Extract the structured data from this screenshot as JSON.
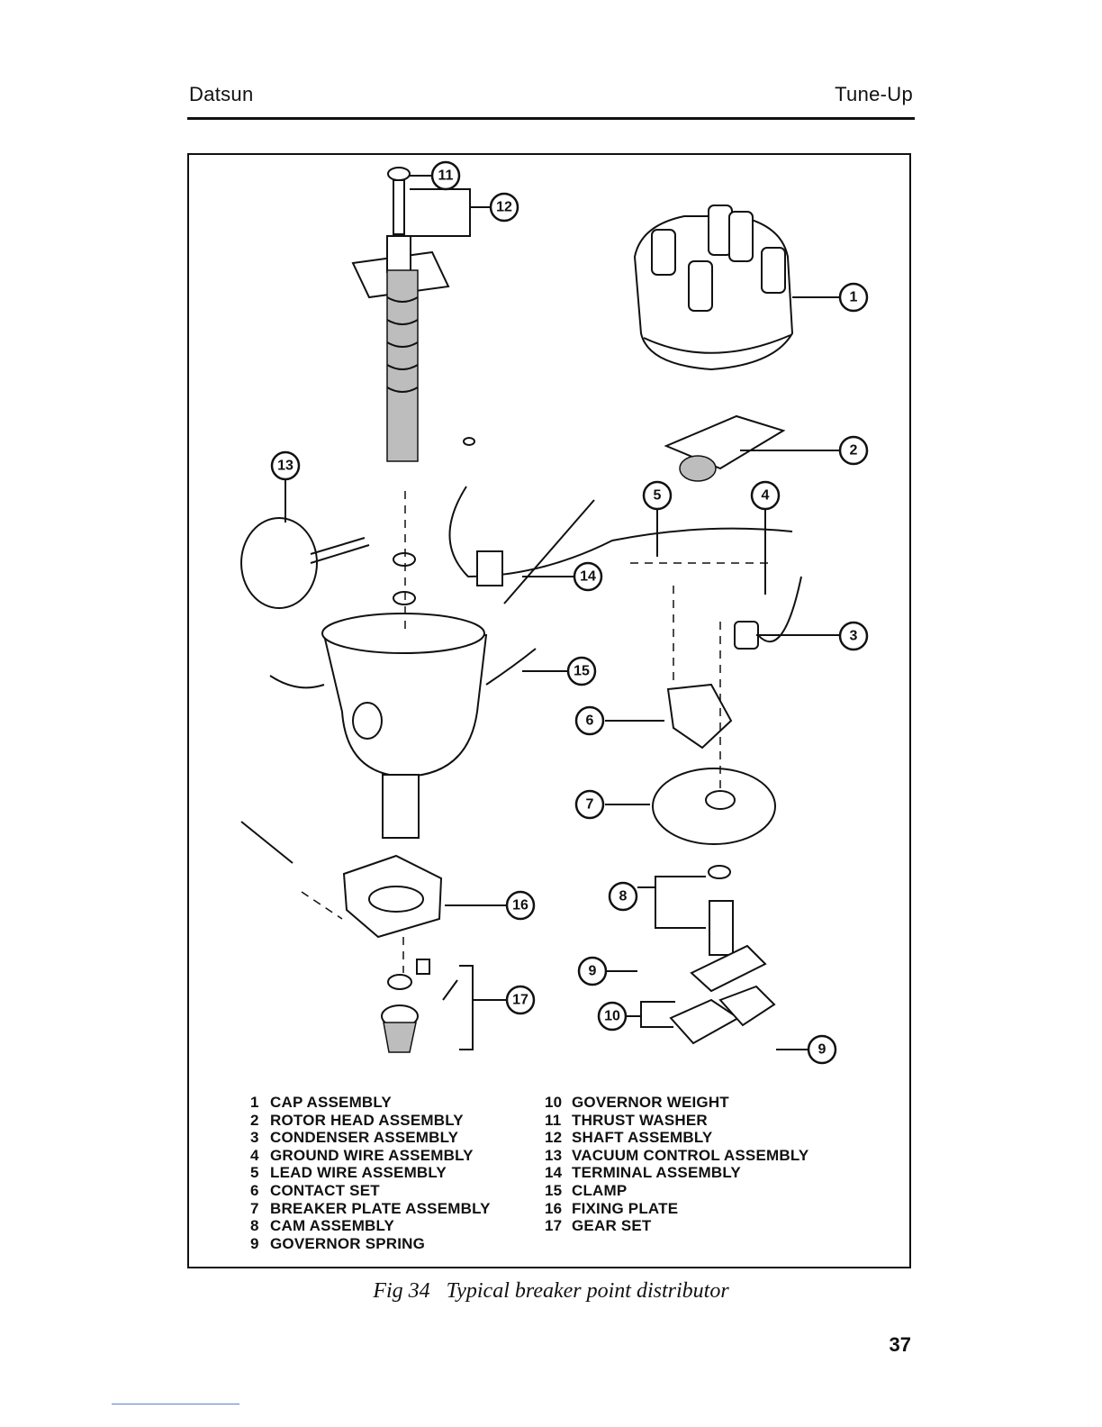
{
  "header": {
    "left": "Datsun",
    "right": "Tune-Up"
  },
  "callouts": [
    "1",
    "2",
    "3",
    "4",
    "5",
    "6",
    "7",
    "8",
    "9",
    "10",
    "11",
    "12",
    "13",
    "14",
    "15",
    "16",
    "17",
    "9"
  ],
  "legend": {
    "col1": [
      {
        "num": "1",
        "label": "CAP ASSEMBLY"
      },
      {
        "num": "2",
        "label": "ROTOR HEAD ASSEMBLY"
      },
      {
        "num": "3",
        "label": "CONDENSER ASSEMBLY"
      },
      {
        "num": "4",
        "label": "GROUND WIRE ASSEMBLY"
      },
      {
        "num": "5",
        "label": "LEAD WIRE ASSEMBLY"
      },
      {
        "num": "6",
        "label": "CONTACT SET"
      },
      {
        "num": "7",
        "label": "BREAKER PLATE ASSEMBLY"
      },
      {
        "num": "8",
        "label": "CAM ASSEMBLY"
      },
      {
        "num": "9",
        "label": "GOVERNOR SPRING"
      }
    ],
    "col2": [
      {
        "num": "10",
        "label": "GOVERNOR WEIGHT"
      },
      {
        "num": "11",
        "label": "THRUST WASHER"
      },
      {
        "num": "12",
        "label": "SHAFT ASSEMBLY"
      },
      {
        "num": "13",
        "label": "VACUUM CONTROL ASSEMBLY"
      },
      {
        "num": "14",
        "label": "TERMINAL ASSEMBLY"
      },
      {
        "num": "15",
        "label": "CLAMP"
      },
      {
        "num": "16",
        "label": "FIXING PLATE"
      },
      {
        "num": "17",
        "label": "GEAR SET"
      }
    ]
  },
  "caption": "Fig 34   Typical breaker point distributor",
  "page_number": "37"
}
